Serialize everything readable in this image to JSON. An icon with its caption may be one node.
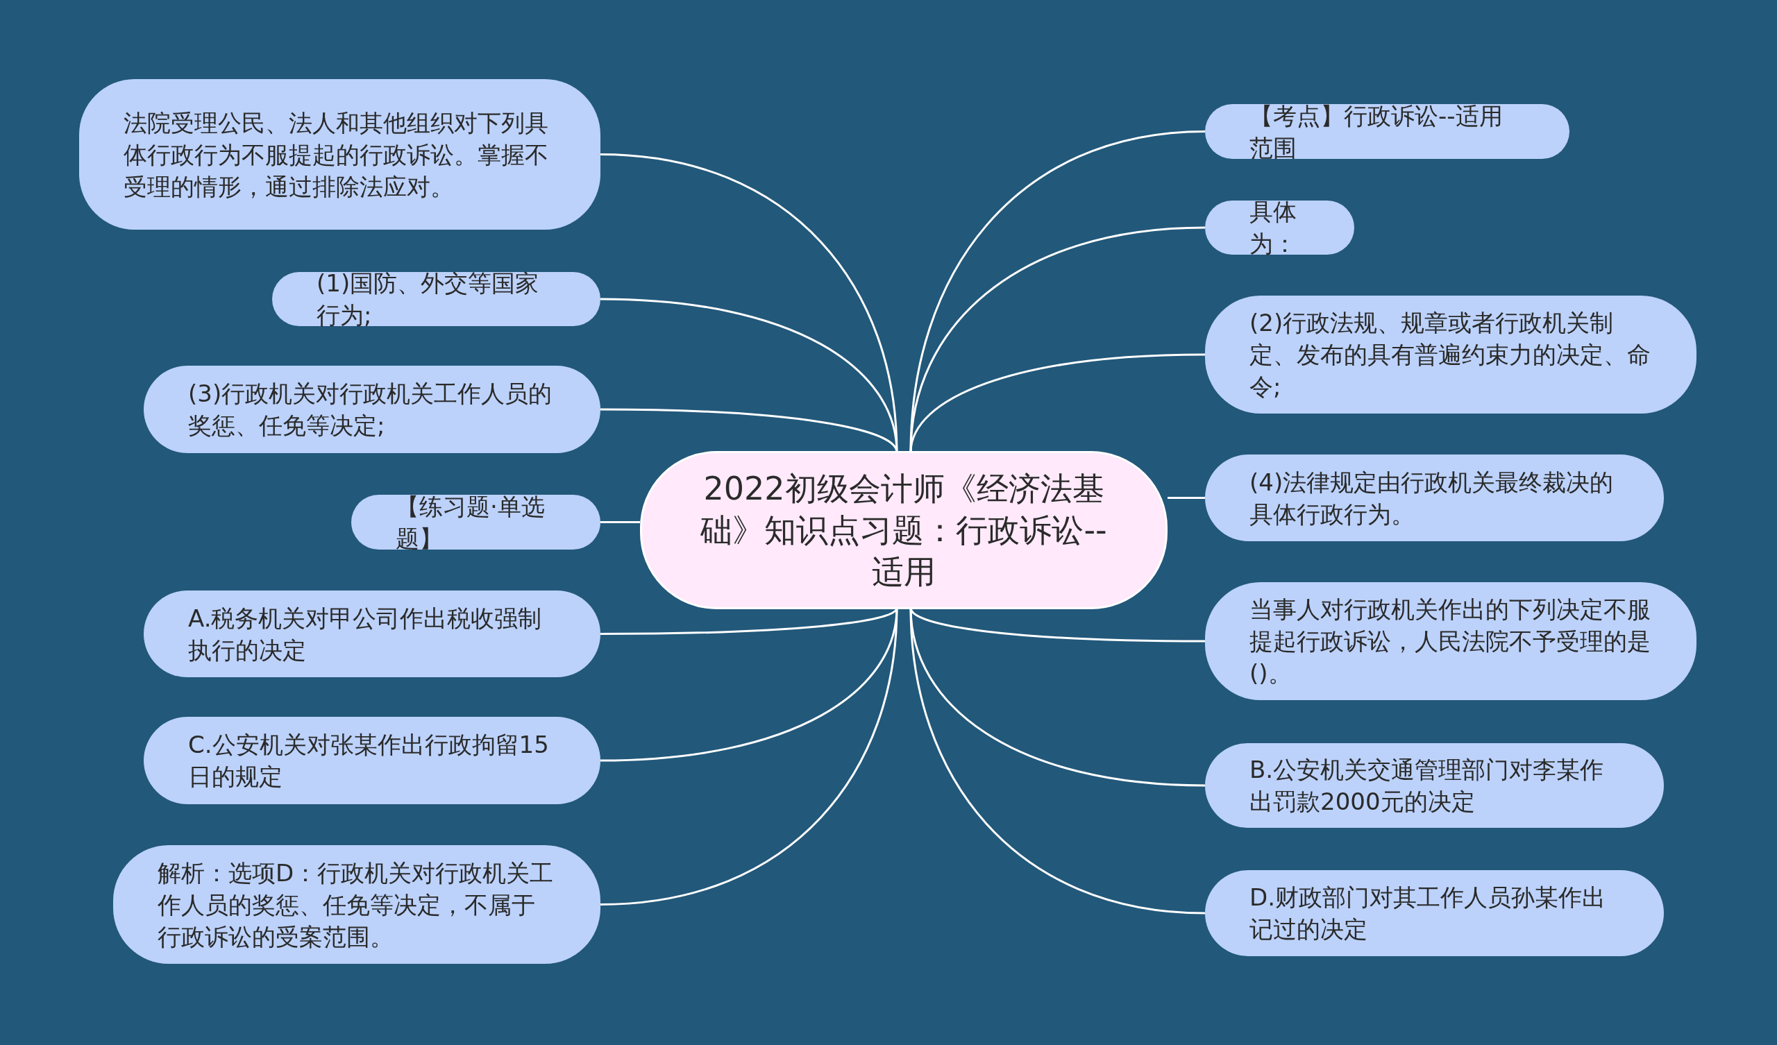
{
  "diagram": {
    "nodes": [
      {
        "text": [
          "2022初级会计师《经济法基础》知识点习题：行政诉讼--适用"
        ]
      },
      {
        "text": [
          "法院受理公民、法人和其他组织对下列具体行政行为不服提起的行政诉讼。掌握不受理的情形，通过排除法应对。"
        ]
      },
      {
        "text": [
          "(1)国防、外交等国家行为;"
        ]
      },
      {
        "text": [
          "(3)行政机关对行政机关工作人员的奖惩、任免等决定;"
        ]
      },
      {
        "text": [
          "【练习题·单选题】"
        ]
      },
      {
        "text": [
          "A.税务机关对甲公司作出税收强制执行的决定"
        ]
      },
      {
        "text": [
          "C.公安机关对张某作出行政拘留15日的规定"
        ]
      },
      {
        "text": [
          "解析：选项D：行政机关对行政机关工作人员的奖惩、任免等决定，不属于行政诉讼的受案范围。"
        ]
      },
      {
        "text": [
          "【考点】行政诉讼--适用范围"
        ]
      },
      {
        "text": [
          "具体为："
        ]
      },
      {
        "text": [
          "(2)行政法规、规章或者行政机关制定、发布的具有普遍约束力的决定、命令;"
        ]
      },
      {
        "text": [
          "(4)法律规定由行政机关最终裁决的具体行政行为。"
        ]
      },
      {
        "text": [
          "当事人对行政机关作出的下列决定不服提起行政诉讼，人民法院不予受理的是()。"
        ]
      },
      {
        "text": [
          "B.公安机关交通管理部门对李某作出罚款2000元的决定"
        ]
      },
      {
        "text": [
          "D.财政部门对其工作人员孙某作出记过的决定"
        ]
      }
    ],
    "edges": [
      {
        "from": 0,
        "to": 1,
        "arrow": "none"
      },
      {
        "from": 0,
        "to": 2,
        "arrow": "none"
      },
      {
        "from": 0,
        "to": 3,
        "arrow": "none"
      },
      {
        "from": 0,
        "to": 4,
        "arrow": "none"
      },
      {
        "from": 0,
        "to": 5,
        "arrow": "none"
      },
      {
        "from": 0,
        "to": 6,
        "arrow": "none"
      },
      {
        "from": 0,
        "to": 7,
        "arrow": "none"
      },
      {
        "from": 0,
        "to": 8,
        "arrow": "none"
      },
      {
        "from": 0,
        "to": 9,
        "arrow": "none"
      },
      {
        "from": 0,
        "to": 10,
        "arrow": "none"
      },
      {
        "from": 0,
        "to": 11,
        "arrow": "none"
      },
      {
        "from": 0,
        "to": 12,
        "arrow": "none"
      },
      {
        "from": 0,
        "to": 13,
        "arrow": "none"
      },
      {
        "from": 0,
        "to": 14,
        "arrow": "none"
      }
    ]
  }
}
